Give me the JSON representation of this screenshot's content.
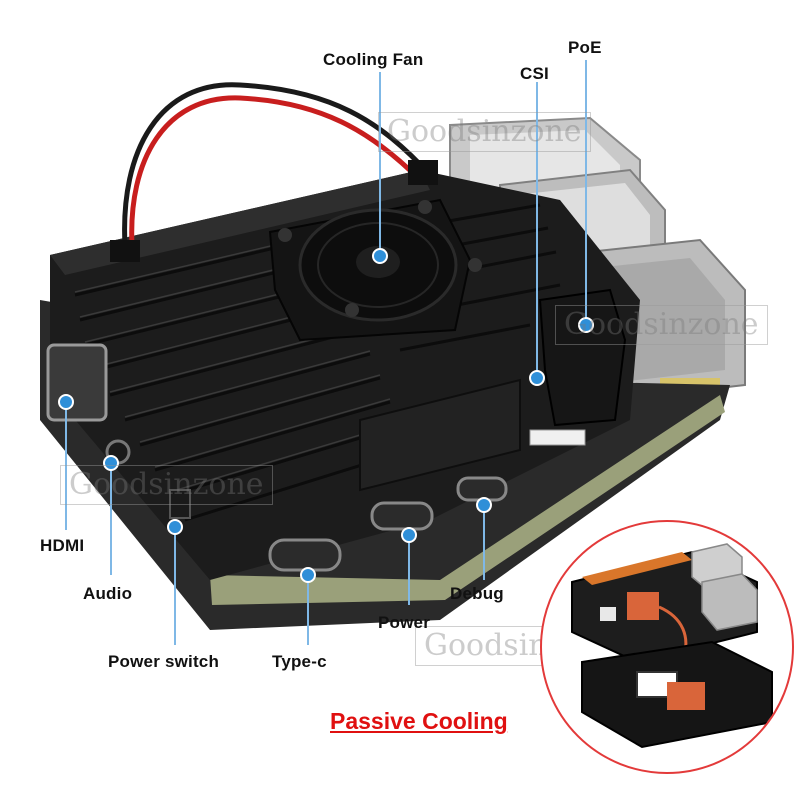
{
  "labels": {
    "cooling_fan": "Cooling Fan",
    "csi": "CSI",
    "poe": "PoE",
    "hdmi": "HDMI",
    "audio": "Audio",
    "power_switch": "Power switch",
    "type_c": "Type-c",
    "power": "Power",
    "debug": "Debug"
  },
  "inset_title": "Passive Cooling",
  "watermark": "Goodsinzone",
  "colors": {
    "marker": "#2f8fd8",
    "callout_line": "#7fb8e6",
    "title": "#e01010",
    "inset_border": "#e33a3a",
    "case": "#1c1c1c",
    "thermal_pad": "#d9653a"
  }
}
